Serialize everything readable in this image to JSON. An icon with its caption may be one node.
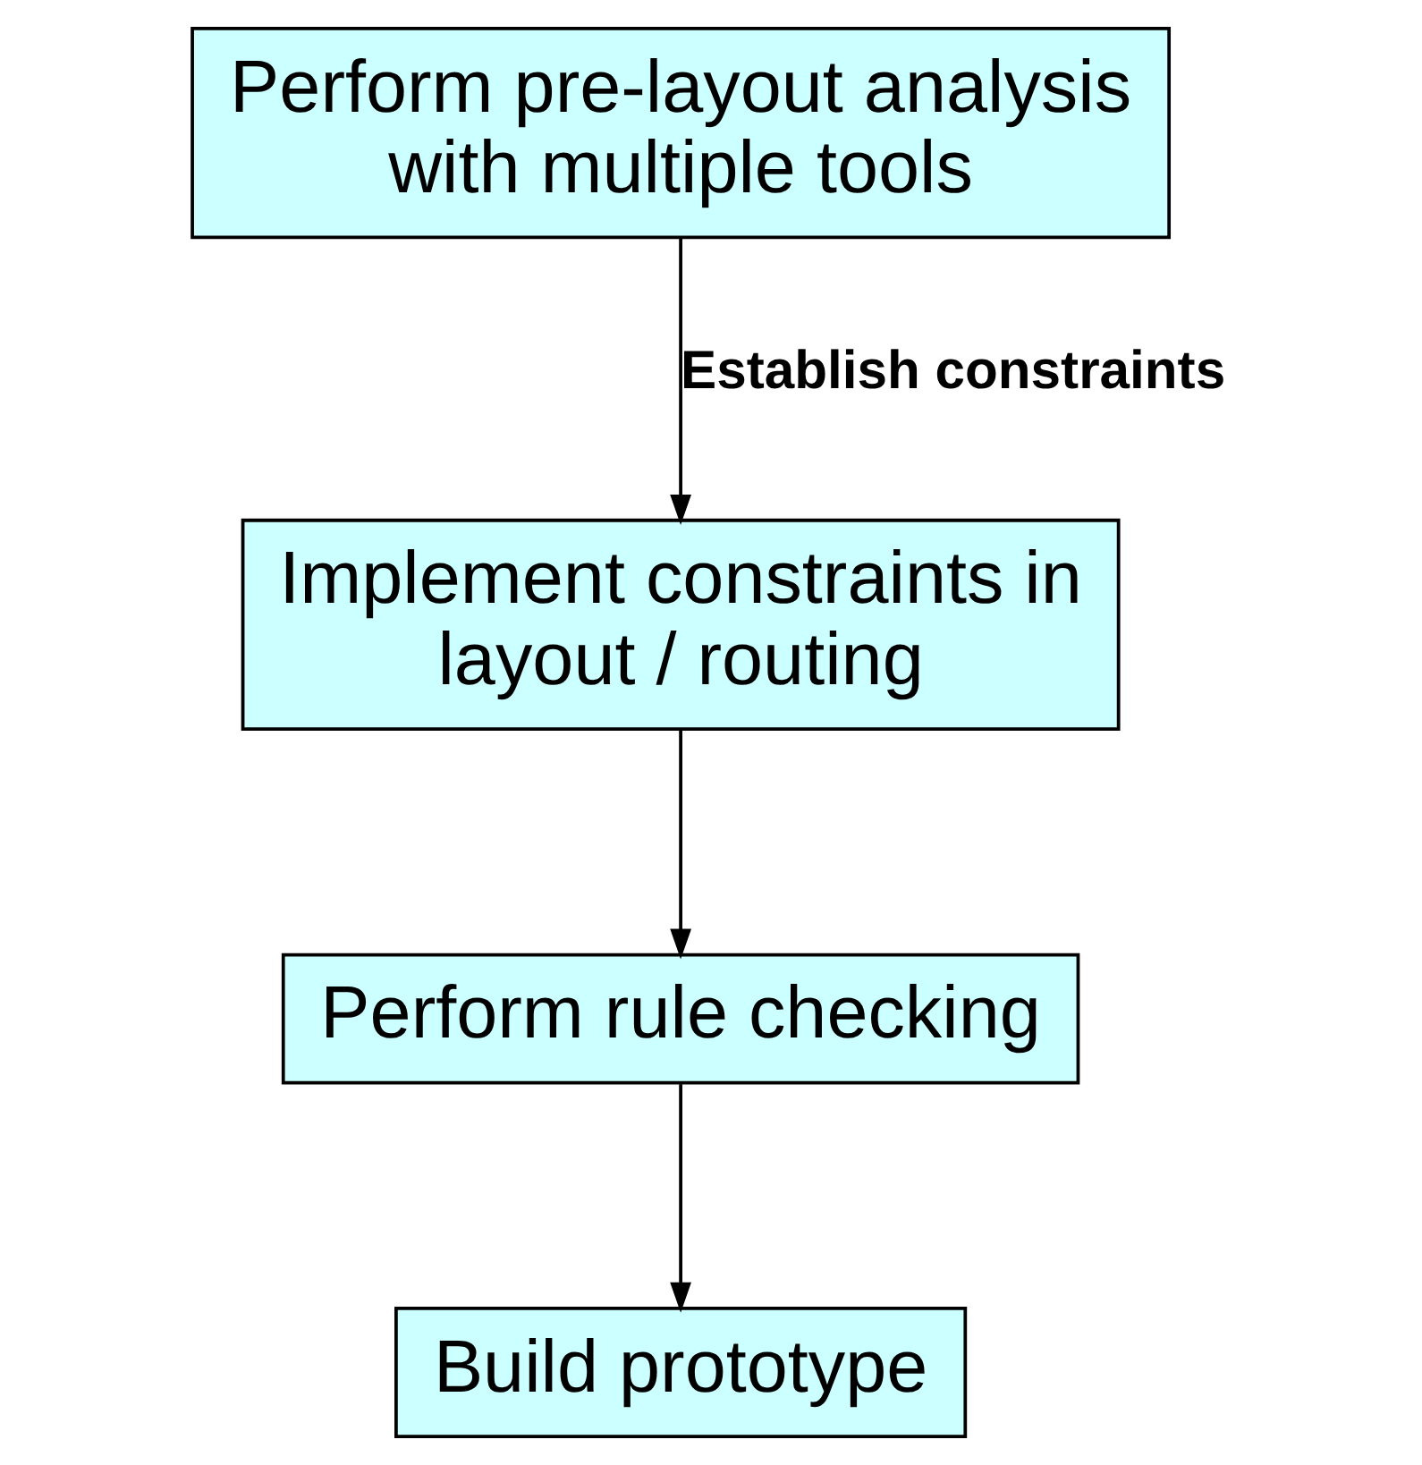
{
  "diagram": {
    "nodes": [
      {
        "text": [
          "Perform pre-layout analysis with multiple tools"
        ]
      },
      {
        "text": [
          "Implement constraints in layout / routing"
        ]
      },
      {
        "text": [
          "Perform rule checking"
        ]
      },
      {
        "text": [
          "Build prototype"
        ]
      }
    ],
    "edges": [
      {
        "from": 0,
        "to": 1,
        "arrow": "to",
        "label": "Establish constraints"
      },
      {
        "from": 1,
        "to": 2,
        "arrow": "to"
      },
      {
        "from": 2,
        "to": 3,
        "arrow": "to"
      }
    ]
  }
}
